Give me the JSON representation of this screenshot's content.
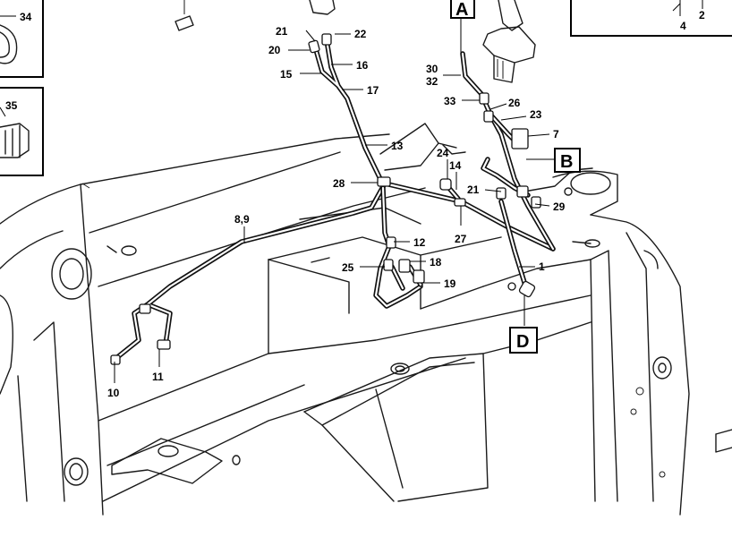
{
  "callouts": {
    "c1": "1",
    "c2": "2",
    "c4": "4",
    "c7": "7",
    "c10": "10",
    "c11": "11",
    "c12": "12",
    "c13": "13",
    "c14": "14",
    "c15": "15",
    "c16": "16",
    "c17": "17",
    "c18": "18",
    "c19": "19",
    "c20": "20",
    "c21a": "21",
    "c21b": "21",
    "c22": "22",
    "c23": "23",
    "c24": "24",
    "c25": "25",
    "c26": "26",
    "c27": "27",
    "c28": "28",
    "c29": "29",
    "c30": "30",
    "c32": "32",
    "c33": "33",
    "c34": "34",
    "c35": "35",
    "c89": "8,9"
  },
  "view_labels": {
    "a": "A",
    "b": "B",
    "d": "D"
  }
}
